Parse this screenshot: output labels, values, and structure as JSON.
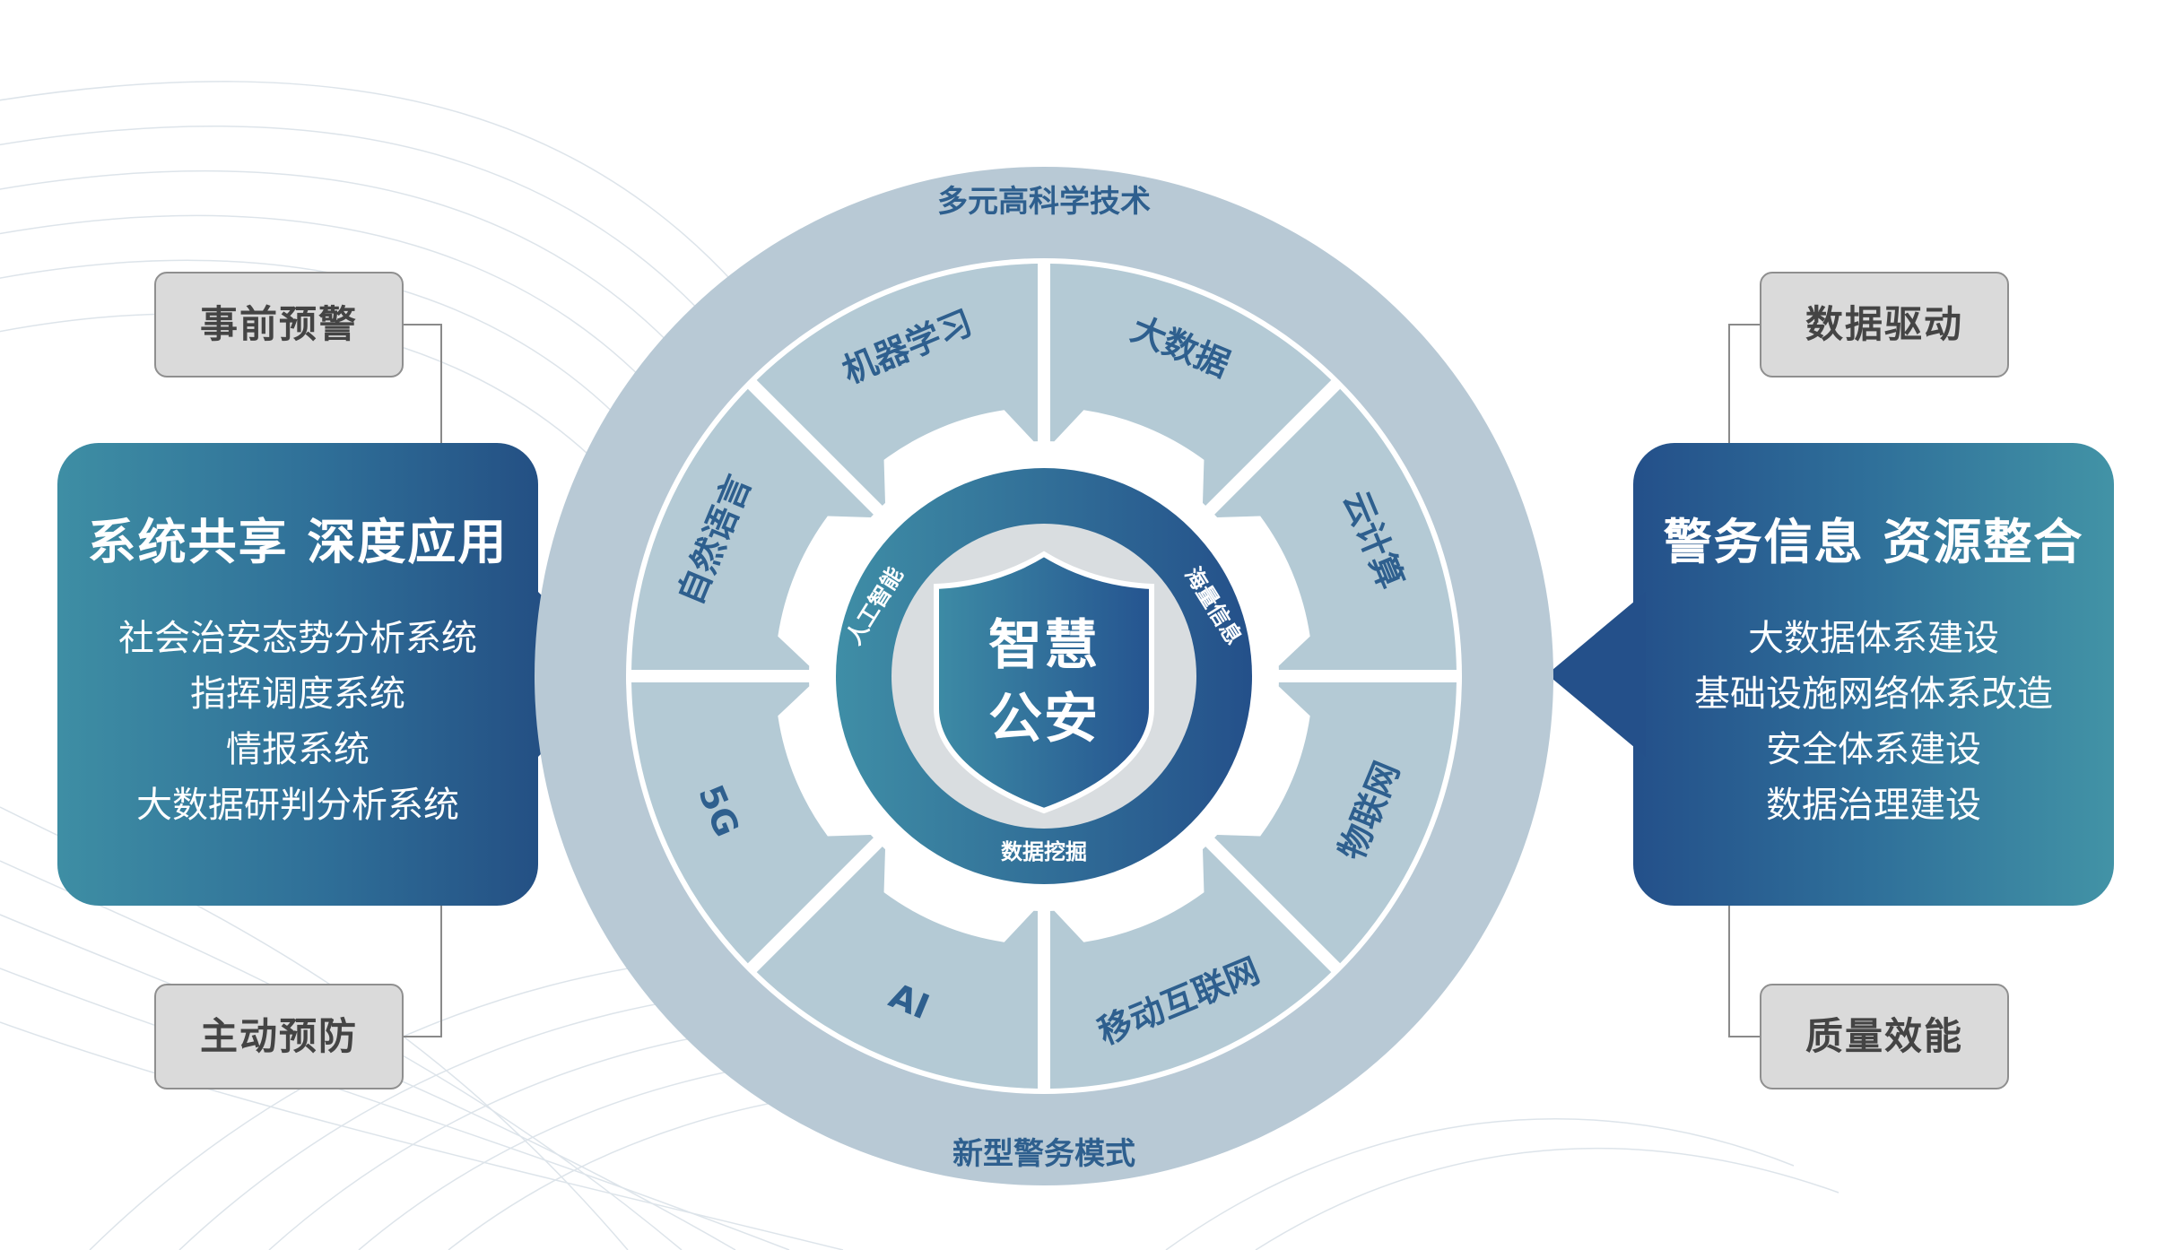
{
  "center": {
    "line1": "智慧",
    "line2": "公安"
  },
  "outer_ring": {
    "top_label": "多元高科学技术",
    "bottom_label": "新型警务模式"
  },
  "sectors": [
    {
      "label": "大数据"
    },
    {
      "label": "云计算"
    },
    {
      "label": "物联网"
    },
    {
      "label": "移动互联网"
    },
    {
      "label": "AI"
    },
    {
      "label": "5G"
    },
    {
      "label": "自然语言"
    },
    {
      "label": "机器学习"
    }
  ],
  "hub": {
    "left": "人工智能",
    "right": "海量信息",
    "bottom": "数据挖掘"
  },
  "left_panel": {
    "title": "系统共享  深度应用",
    "items": [
      "社会治安态势分析系统",
      "指挥调度系统",
      "情报系统",
      "大数据研判分析系统"
    ]
  },
  "right_panel": {
    "title": "警务信息  资源整合",
    "items": [
      "大数据体系建设",
      "基础设施网络体系改造",
      "安全体系建设",
      "数据治理建设"
    ]
  },
  "tags": {
    "left_top": "事前预警",
    "left_bottom": "主动预防",
    "right_top": "数据驱动",
    "right_bottom": "质量效能"
  },
  "colors": {
    "outer_ring": "#b8c9d5",
    "sector": "#b4cad5",
    "gear": "#ffffff",
    "hub": "#2c6591",
    "shield": "#2a6593",
    "panel_dark": "#245084",
    "panel_light": "#4293a6",
    "tag_bg": "#dadada",
    "label_text": "#2e5f8e"
  }
}
